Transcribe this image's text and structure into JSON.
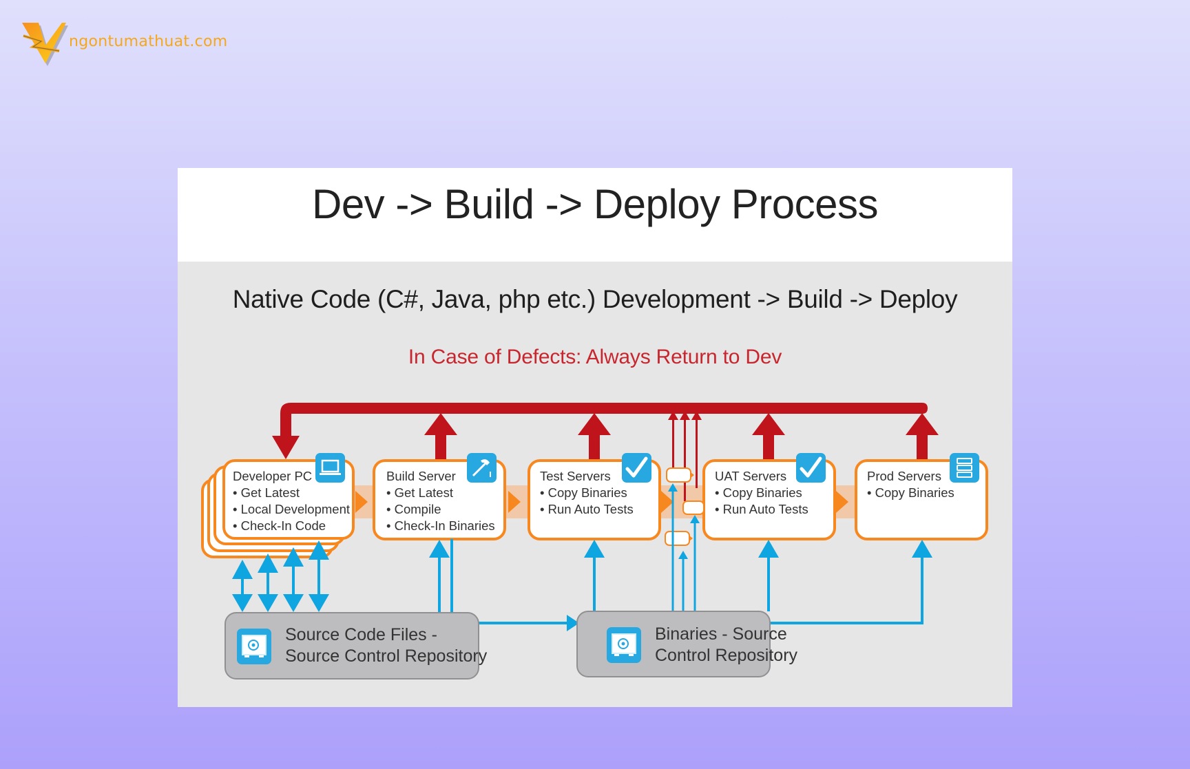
{
  "brand": {
    "logo_icon": "lightning-v-logo-icon",
    "site_name": "ngontumathuat.com",
    "color": "#f5a81c"
  },
  "slide": {
    "title": "Dev -> Build -> Deploy Process",
    "subtitle": "Native Code (C#, Java, php etc.) Development -> Build -> Deploy",
    "defect_note": "In Case of Defects: Always Return to Dev",
    "colors": {
      "defect_red": "#c0141c",
      "stage_orange": "#f7881f",
      "flow_band": "#f2c9a8",
      "repo_blue": "#0ea5e0",
      "icon_blue": "#27a8e0",
      "repo_gray": "#bdbdbf"
    },
    "stages": [
      {
        "name": "Developer PC",
        "bullets": [
          "Get Latest",
          "Local Development",
          "Check-In Code"
        ],
        "icon": "laptop-icon"
      },
      {
        "name": "Build Server",
        "bullets": [
          "Get Latest",
          "Compile",
          "Check-In Binaries"
        ],
        "icon": "hammer-icon"
      },
      {
        "name": "Test Servers",
        "bullets": [
          "Copy Binaries",
          "Run Auto Tests"
        ],
        "icon": "checkmark-icon"
      },
      {
        "name": "UAT Servers",
        "bullets": [
          "Copy Binaries",
          "Run Auto Tests"
        ],
        "icon": "checkmark-icon"
      },
      {
        "name": "Prod Servers",
        "bullets": [
          "Copy Binaries"
        ],
        "icon": "server-rack-icon"
      }
    ],
    "repositories": [
      {
        "line1": "Source Code Files -",
        "line2": "Source Control Repository",
        "icon": "safe-vault-icon"
      },
      {
        "line1": "Binaries - Source",
        "line2": "Control Repository",
        "icon": "safe-vault-icon"
      }
    ],
    "bullet": "•"
  }
}
